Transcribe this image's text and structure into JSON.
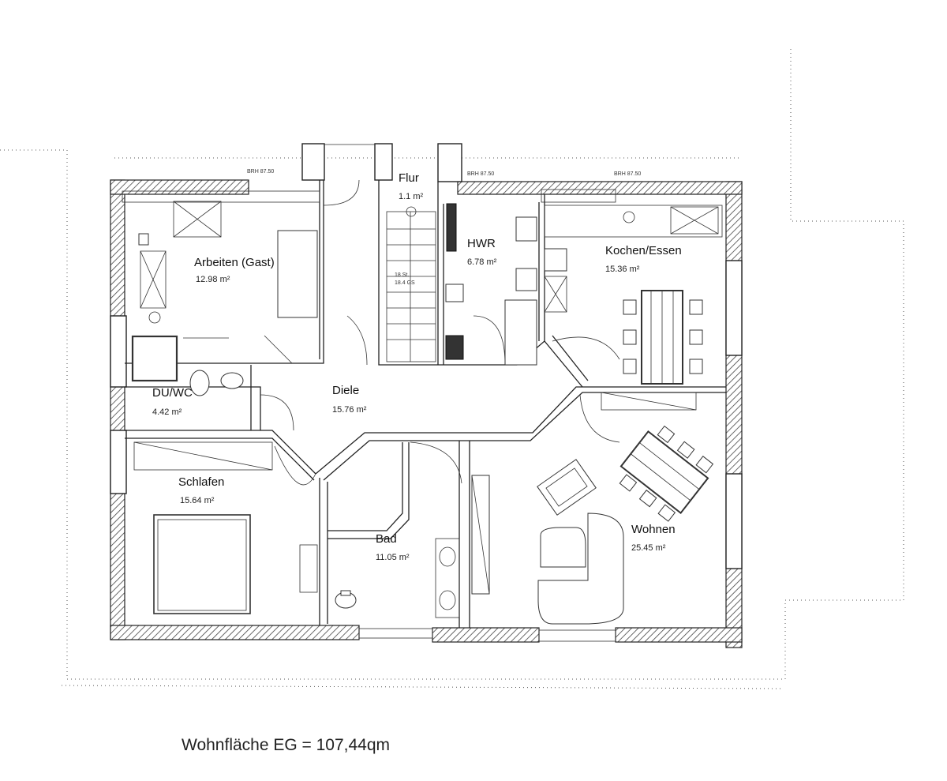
{
  "footer": {
    "summary": "Wohnfläche EG = 107,44qm"
  },
  "annotations": {
    "brh_left": "BRH 87.50",
    "brh_mid": "BRH 87.50",
    "brh_right": "BRH 87.50"
  },
  "stairs": {
    "label_a": "18 St.",
    "label_b": "18.4 GS"
  },
  "rooms": [
    {
      "id": "arbeiten",
      "name": "Arbeiten (Gast)",
      "area": "12.98 m²"
    },
    {
      "id": "flur",
      "name": "Flur",
      "area": "1.1 m²"
    },
    {
      "id": "hwr",
      "name": "HWR",
      "area": "6.78 m²"
    },
    {
      "id": "kochen",
      "name": "Kochen/Essen",
      "area": "15.36 m²"
    },
    {
      "id": "duwc",
      "name": "DU/WC",
      "area": "4.42 m²"
    },
    {
      "id": "diele",
      "name": "Diele",
      "area": "15.76 m²"
    },
    {
      "id": "schlafen",
      "name": "Schlafen",
      "area": "15.64 m²"
    },
    {
      "id": "bad",
      "name": "Bad",
      "area": "11.05 m²"
    },
    {
      "id": "wohnen",
      "name": "Wohnen",
      "area": "25.45 m²"
    }
  ]
}
